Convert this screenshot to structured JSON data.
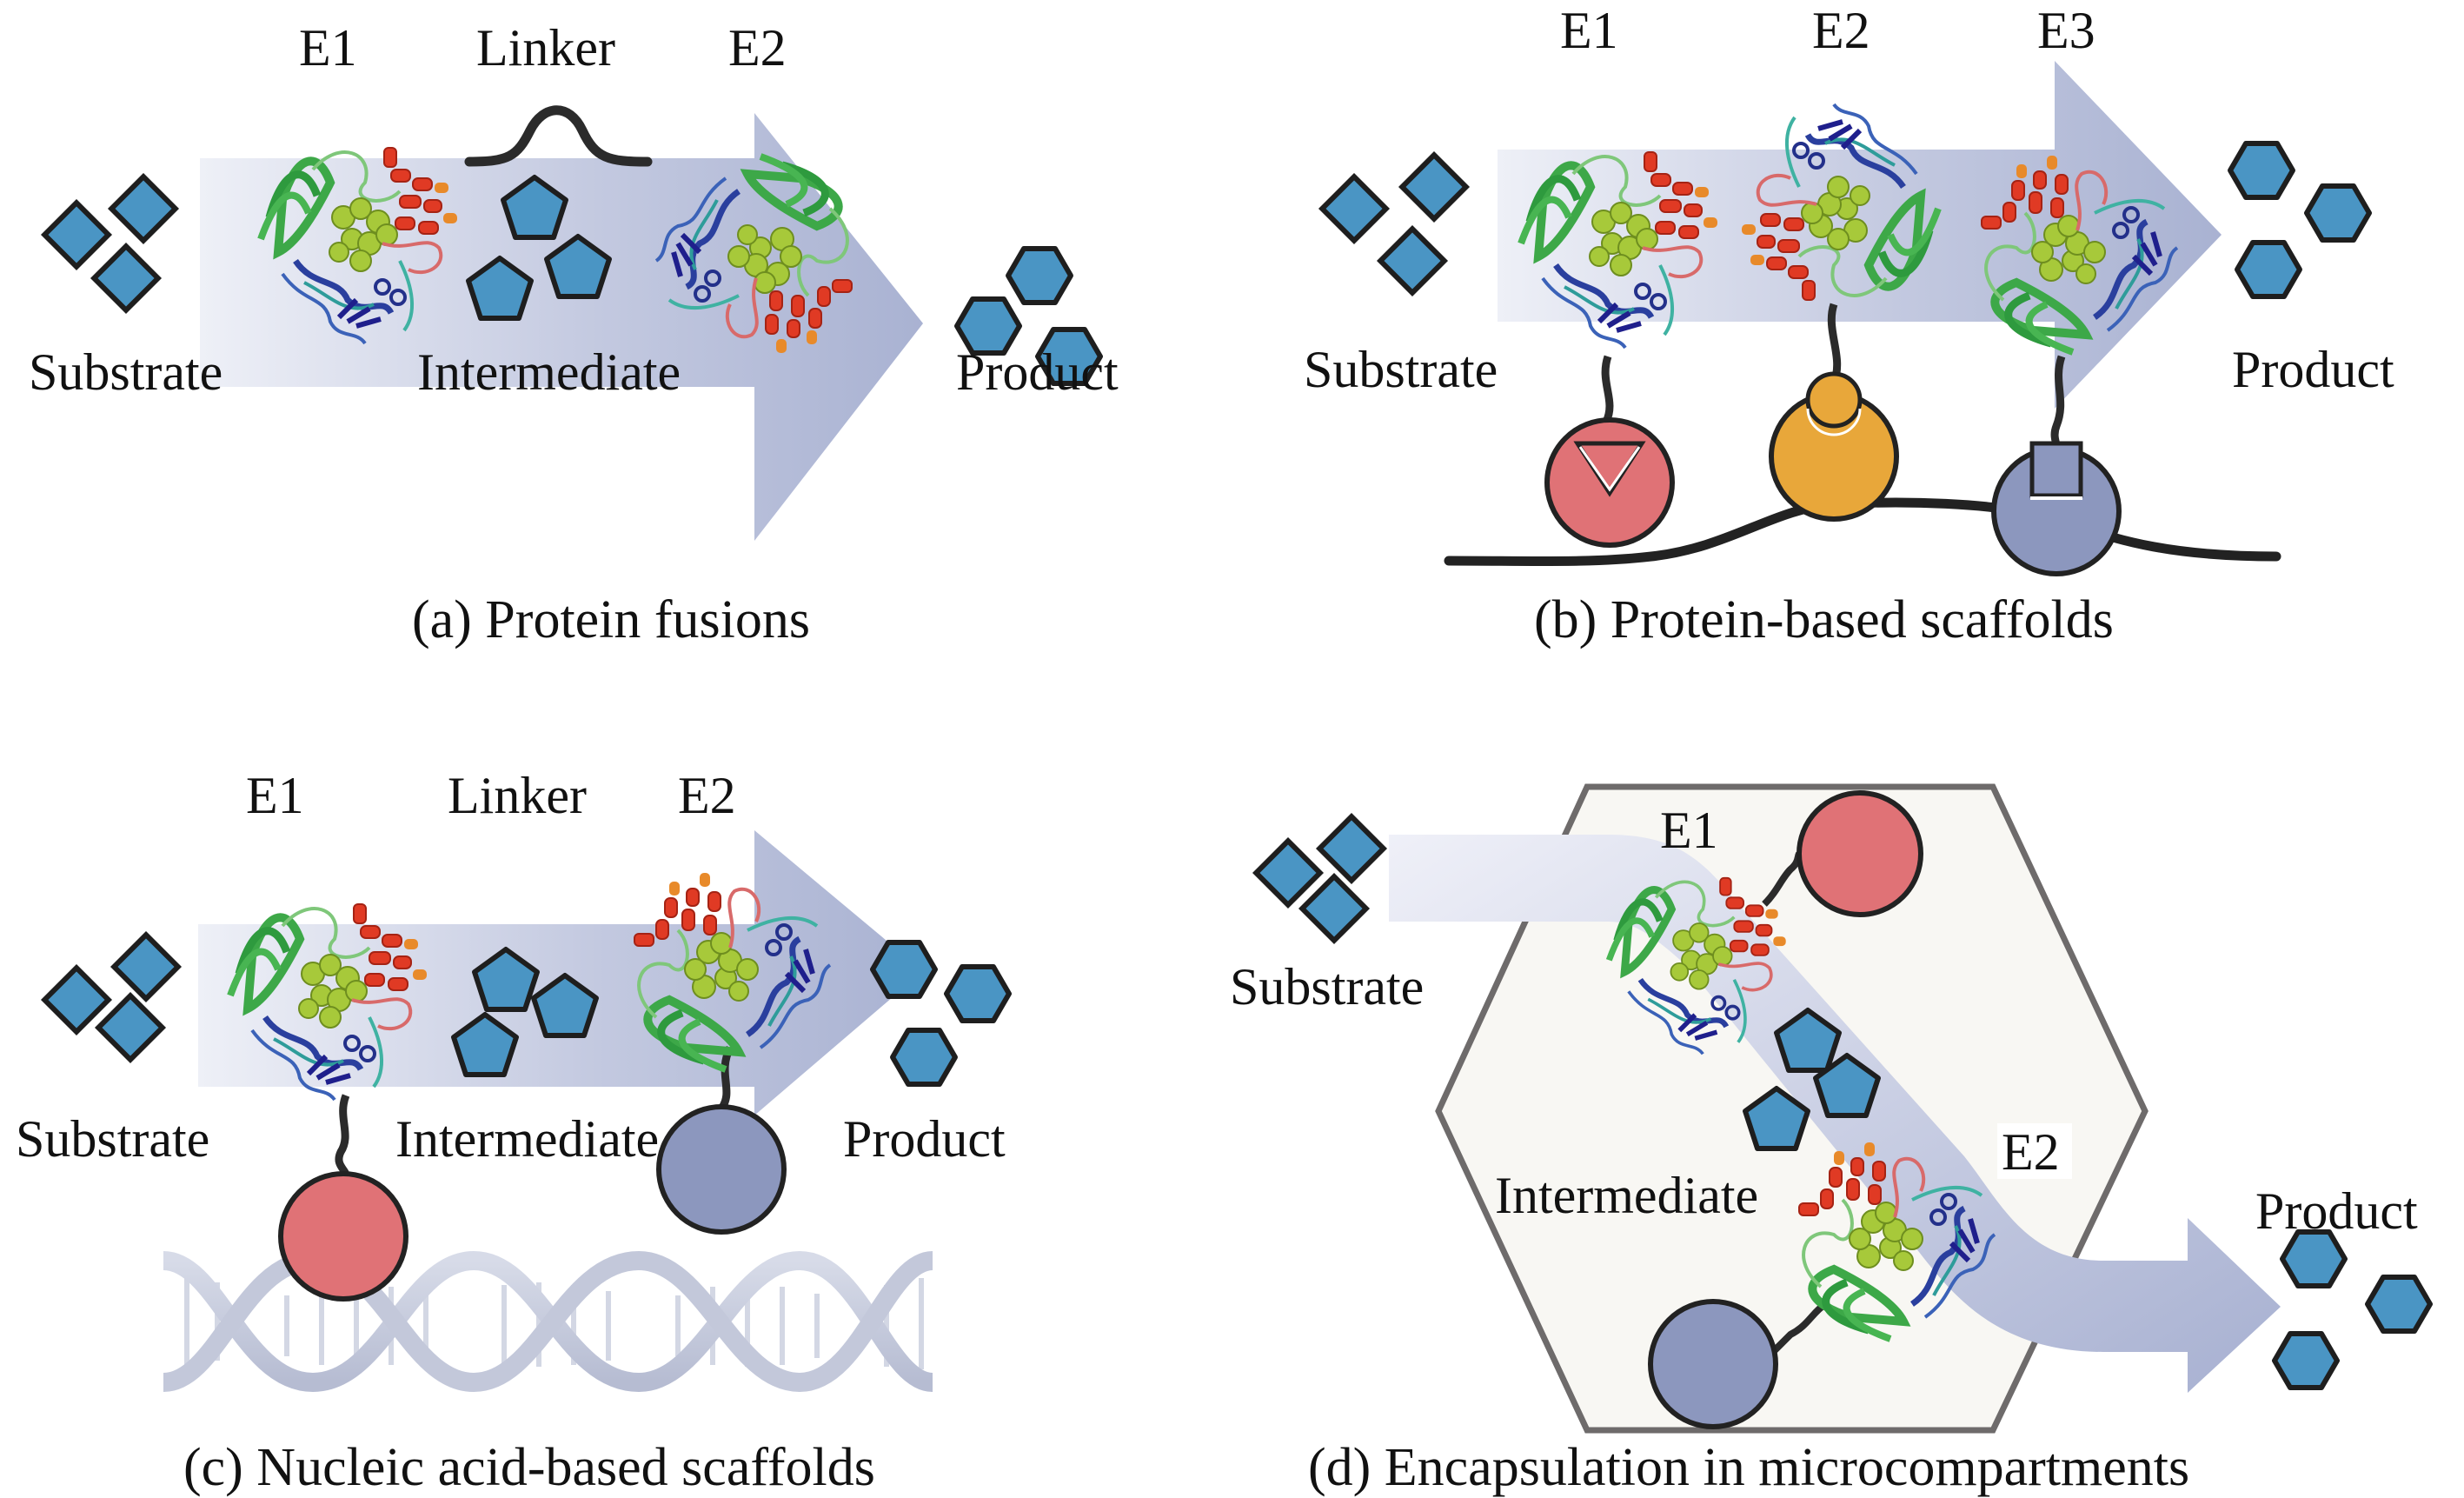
{
  "figure": {
    "colors": {
      "molecule_fill": "#4A95C4",
      "molecule_stroke": "#1E1E1E",
      "arrow_light": "#EEF0F7",
      "arrow_dark": "#A9B2D2",
      "anchor_red": "#E07276",
      "anchor_orange": "#E8A73A",
      "anchor_blue": "#8C97BE",
      "compartment_fill": "#F8F7F3",
      "compartment_stroke": "#6E6B6B",
      "dna": "#C7CCDD"
    },
    "panels": [
      {
        "id": "a",
        "caption": "(a) Protein fusions",
        "labels": {
          "e1": "E1",
          "linker": "Linker",
          "e2": "E2",
          "substrate": "Substrate",
          "intermediate": "Intermediate",
          "product": "Product"
        },
        "substrate_shape": "diamond",
        "intermediate_shape": "pentagon",
        "product_shape": "hexagon",
        "molecule_counts": {
          "substrate": 3,
          "intermediate": 3,
          "product": 3
        }
      },
      {
        "id": "b",
        "caption": "(b) Protein-based scaffolds",
        "labels": {
          "e1": "E1",
          "e2": "E2",
          "e3": "E3",
          "substrate": "Substrate",
          "product": "Product"
        },
        "anchors": [
          {
            "enzyme": "E1",
            "color": "red",
            "docking": "triangle"
          },
          {
            "enzyme": "E2",
            "color": "orange",
            "docking": "circle"
          },
          {
            "enzyme": "E3",
            "color": "blue",
            "docking": "square"
          }
        ],
        "molecule_counts": {
          "substrate": 3,
          "product": 3
        }
      },
      {
        "id": "c",
        "caption": "(c) Nucleic acid-based scaffolds",
        "labels": {
          "e1": "E1",
          "linker": "Linker",
          "e2": "E2",
          "substrate": "Substrate",
          "intermediate": "Intermediate",
          "product": "Product"
        },
        "anchors": [
          {
            "enzyme": "E1",
            "color": "red"
          },
          {
            "enzyme": "E2",
            "color": "blue"
          }
        ],
        "scaffold": "DNA double helix",
        "molecule_counts": {
          "substrate": 3,
          "intermediate": 3,
          "product": 3
        }
      },
      {
        "id": "d",
        "caption": "(d) Encapsulation in microcompartments",
        "labels": {
          "e1": "E1",
          "e2": "E2",
          "substrate": "Substrate",
          "intermediate": "Intermediate",
          "product": "Product"
        },
        "compartment": "hexagonal microcompartment",
        "anchors": [
          {
            "enzyme": "E1",
            "color": "red"
          },
          {
            "enzyme": "E2",
            "color": "blue"
          }
        ],
        "molecule_counts": {
          "substrate": 3,
          "intermediate": 3,
          "product": 3
        }
      }
    ]
  }
}
